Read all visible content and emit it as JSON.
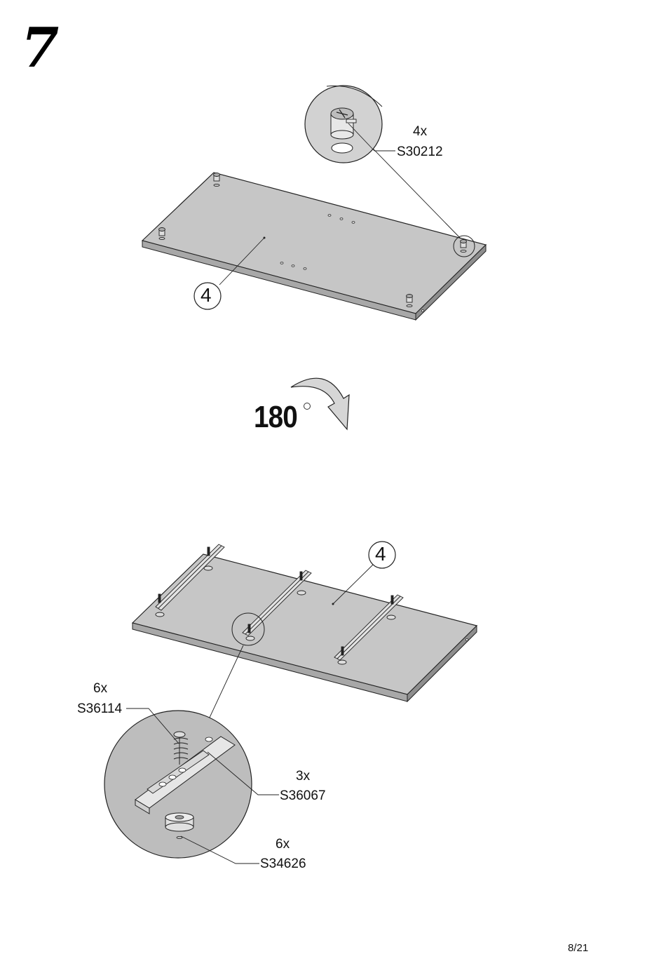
{
  "step": {
    "number": "7"
  },
  "rotation": {
    "value": "180",
    "icon": "rotate-clockwise-arrow-icon"
  },
  "top_view": {
    "part_callout": "4",
    "hardware": {
      "quantity": "4x",
      "code": "S30212",
      "icon": "cam-lock-fitting-icon"
    }
  },
  "bottom_view": {
    "part_callout": "4",
    "hardware": [
      {
        "quantity": "6x",
        "code": "S36114",
        "icon": "screw-icon"
      },
      {
        "quantity": "3x",
        "code": "S36067",
        "icon": "drawer-runner-icon"
      },
      {
        "quantity": "6x",
        "code": "S34626",
        "icon": "spacer-washer-icon"
      }
    ]
  },
  "footer": {
    "page": "8/21"
  },
  "colors": {
    "panel": "#c6c6c6",
    "panel_edge": "#9a9a9a",
    "detail_circle": "#bdbdbd",
    "ink": "#111111"
  }
}
